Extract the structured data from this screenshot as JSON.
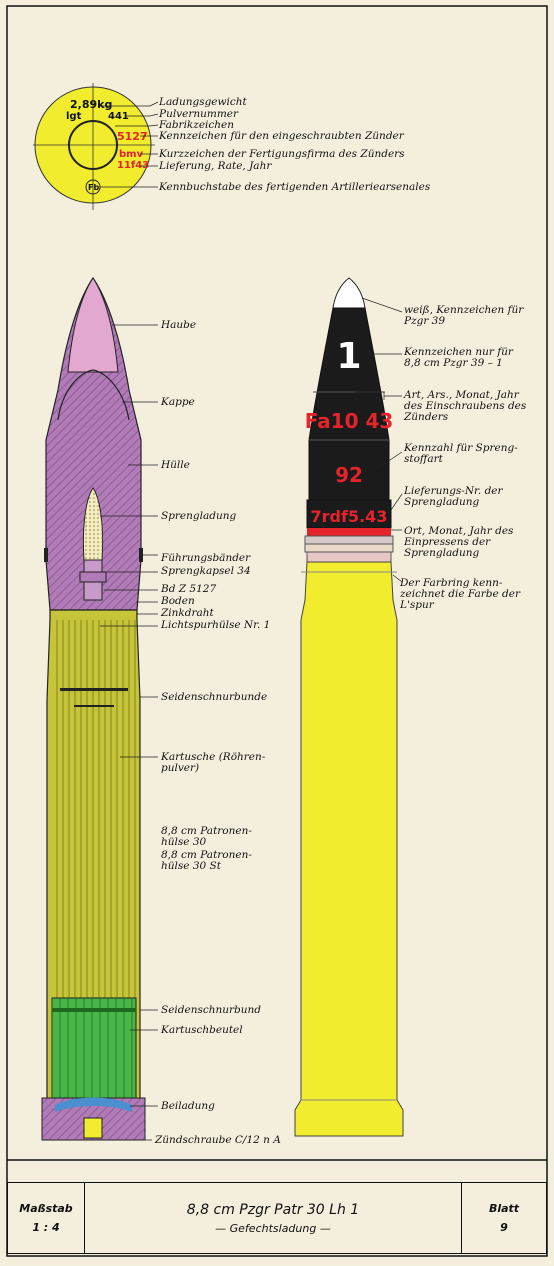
{
  "base_marking": {
    "disc_texts": {
      "weight": "2,89kg",
      "powder_id": "lgt",
      "powder_no": "441",
      "fuze_no": "5127",
      "firm": "bmv",
      "lot": "11f43",
      "arsenal": "Fb"
    },
    "labels": [
      "Ladungsgewicht",
      "Pulvernummer",
      "Fabrikzeichen",
      "Kennzeichen für den eingeschraubten Zünder",
      "Kurzzeichen der Fertigungsfirma des Zünders",
      "Lieferung, Rate, Jahr",
      "Kennbuchstabe des fertigenden Artilleriearsenales"
    ]
  },
  "cross_section_labels": [
    "Haube",
    "Kappe",
    "Hülle",
    "Sprengladung",
    "Führungsbänder",
    "Sprengkapsel 34",
    "Bd Z 5127",
    "Boden",
    "Zinkdraht",
    "Lichtspurhülse Nr. 1",
    "Seidenschnurbunde",
    "Kartusche (Röhren-pulver)",
    "8,8 cm Patronen-hülse 30",
    "8,8 cm Patronen-hülse 30 St",
    "Seidenschnurbund",
    "Kartuschbeutel",
    "Beiladung",
    "Zündschraube C/12 n A"
  ],
  "exterior": {
    "markings": {
      "type_no": "1",
      "fuze_mark": "Fa10 43",
      "explosive_no": "92",
      "fill_mark": "7rdf5.43"
    },
    "labels": [
      "weiß, Kennzeichen für Pzgr 39",
      "Kennzeichen nur für 8,8 cm Pzgr 39 – 1",
      "Art, Ars., Monat, Jahr des Einschraubens des Zünders",
      "Kennzahl für Spreng-stoffart",
      "Lieferungs-Nr. der Sprengladung",
      "Ort, Monat, Jahr des Einpressens der Sprengladung",
      "Der Farbring kenn-zeichnet die Farbe der L'spur"
    ]
  },
  "title_block": {
    "scale_label": "Maßstab",
    "scale_value": "1 : 4",
    "title": "8,8 cm Pzgr Patr 30 Lh 1",
    "subtitle": "— Gefechtsladung —",
    "sheet_label": "Blatt",
    "sheet_value": "9"
  },
  "colors": {
    "paper": "#f4efdd",
    "cap_pink": "#e3a8cf",
    "body_purple": "#b07bb7",
    "case_olive": "#c6c53a",
    "bag_green": "#48b548",
    "shell_black": "#1b1b1b",
    "marking_red": "#e5232b",
    "brass_yellow": "#f1ec2d",
    "disc_yellow": "#f1ec2d"
  }
}
